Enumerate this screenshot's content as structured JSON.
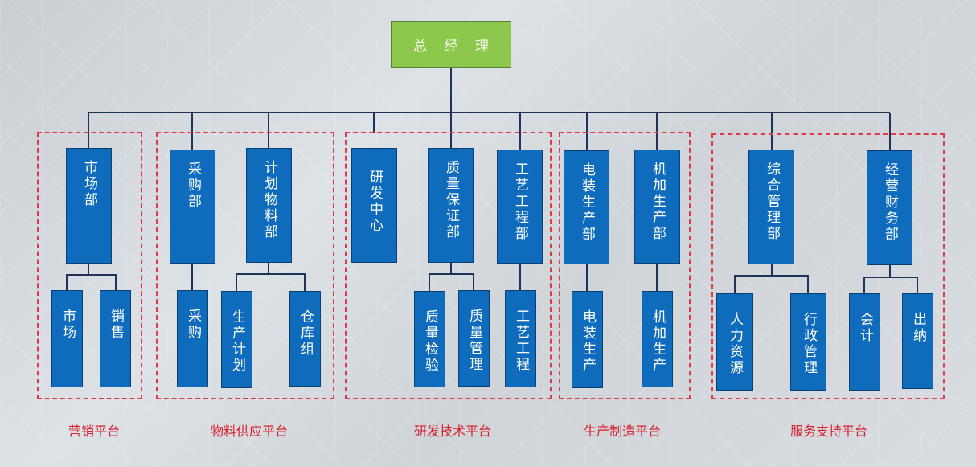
{
  "title": "总 经 理",
  "colors": {
    "root": "#8cc84b",
    "department": "#0f6cbd",
    "group_border": "#e03a48",
    "group_label": "#d8202a",
    "connector": "#1f3358"
  },
  "platforms": [
    {
      "label": "营销平台",
      "departments": [
        {
          "name": "市场部",
          "children": [
            "市场",
            "销售"
          ]
        }
      ]
    },
    {
      "label": "物料供应平台",
      "departments": [
        {
          "name": "采购部",
          "children": [
            "采购"
          ]
        },
        {
          "name": "计划物料部",
          "children": [
            "生产计划",
            "仓库组"
          ]
        }
      ]
    },
    {
      "label": "研发技术平台",
      "departments": [
        {
          "name": "研发中心",
          "children": []
        },
        {
          "name": "质量保证部",
          "children": [
            "质量检验",
            "质量管理"
          ]
        },
        {
          "name": "工艺工程部",
          "children": [
            "工艺工程"
          ]
        }
      ]
    },
    {
      "label": "生产制造平台",
      "departments": [
        {
          "name": "电装生产部",
          "children": [
            "电装生产"
          ]
        },
        {
          "name": "机加生产部",
          "children": [
            "机加生产"
          ]
        }
      ]
    },
    {
      "label": "服务支持平台",
      "departments": [
        {
          "name": "综合管理部",
          "children": [
            "人力资源",
            "行政管理"
          ]
        },
        {
          "name": "经营财务部",
          "children": [
            "会计",
            "出纳"
          ]
        }
      ]
    }
  ]
}
